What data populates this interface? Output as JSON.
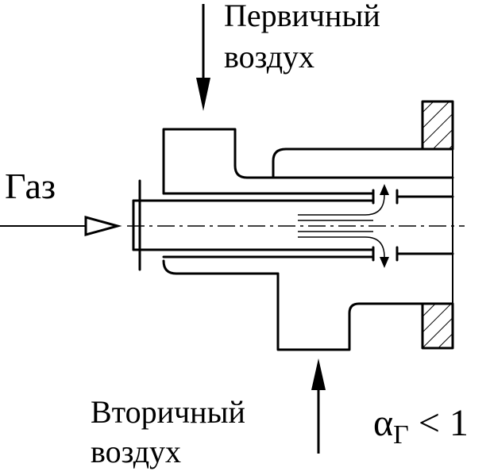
{
  "labels": {
    "gas": "Газ",
    "primary_air_line1": "Первичный",
    "primary_air_line2": "воздух",
    "secondary_air_line1": "Вторичный",
    "secondary_air_line2": "воздух",
    "alpha_symbol": "α",
    "alpha_subscript": "Г",
    "alpha_relation": " < 1"
  }
}
